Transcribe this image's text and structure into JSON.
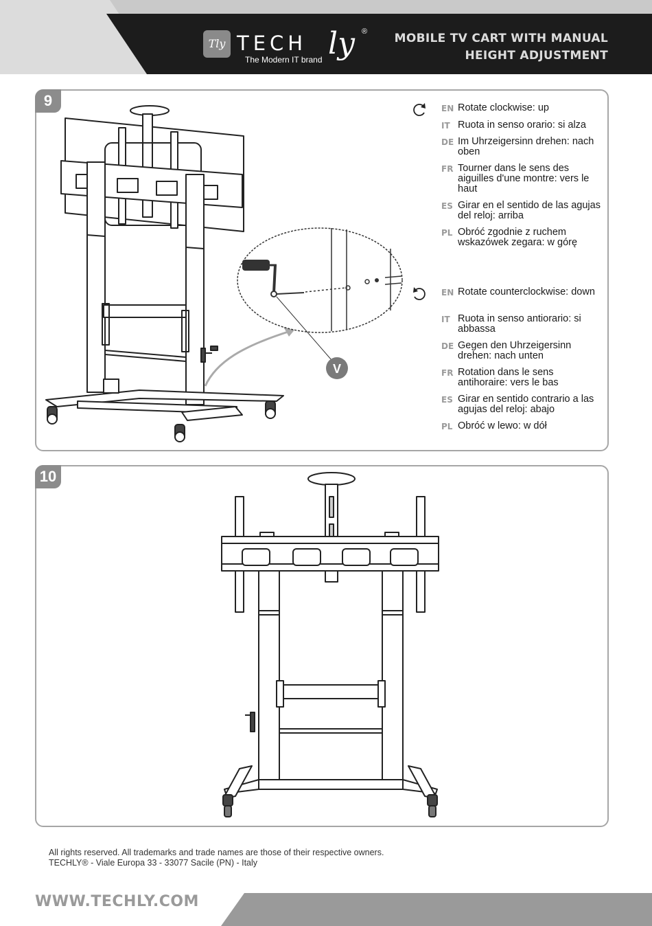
{
  "header": {
    "logo_mark": "Tly",
    "brand_letters": "TECH",
    "brand_suffix": "ly",
    "registered": "®",
    "tagline": "The Modern IT brand",
    "title_line1": "MOBILE TV CART WITH MANUAL",
    "title_line2": "HEIGHT ADJUSTMENT"
  },
  "colors": {
    "header_black": "#1c1c1c",
    "header_gray": "#c8c8c8",
    "panel_border": "#a6a6a6",
    "badge": "#8c8c8c",
    "lang_code": "#9a9a9a"
  },
  "step9": {
    "badge": "9",
    "callout": "V",
    "clockwise_icon": "rotate-clockwise-icon",
    "clockwise": [
      {
        "lang": "EN",
        "text": "Rotate clockwise: up"
      },
      {
        "lang": "IT",
        "text": "Ruota in senso orario: si alza"
      },
      {
        "lang": "DE",
        "text": "Im Uhrzeigersinn drehen: nach oben"
      },
      {
        "lang": "FR",
        "text": "Tourner dans le sens des aiguilles d'une montre: vers le haut"
      },
      {
        "lang": "ES",
        "text": "Girar en el sentido de las agujas del reloj: arriba"
      },
      {
        "lang": "PL",
        "text": "Obróć zgodnie z ruchem wskazówek zegara: w górę"
      }
    ],
    "counterclockwise_icon": "rotate-counterclockwise-icon",
    "counterclockwise": [
      {
        "lang": "EN",
        "text": "Rotate counterclockwise: down"
      },
      {
        "lang": "IT",
        "text": "Ruota in senso antiorario: si abbassa"
      },
      {
        "lang": "DE",
        "text": "Gegen den Uhrzeigersinn drehen: nach unten"
      },
      {
        "lang": "FR",
        "text": "Rotation dans le sens antihoraire: vers le bas"
      },
      {
        "lang": "ES",
        "text": "Girar en sentido contrario a las agujas del reloj: abajo"
      },
      {
        "lang": "PL",
        "text": "Obróć w lewo: w dół"
      }
    ]
  },
  "step10": {
    "badge": "10"
  },
  "footer": {
    "legal_line1": "All rights reserved. All trademarks and trade names are those of their respective owners.",
    "legal_line2": "TECHLY® - Viale Europa 33 - 33077 Sacile (PN) - Italy",
    "website": "WWW.TECHLY.COM"
  }
}
